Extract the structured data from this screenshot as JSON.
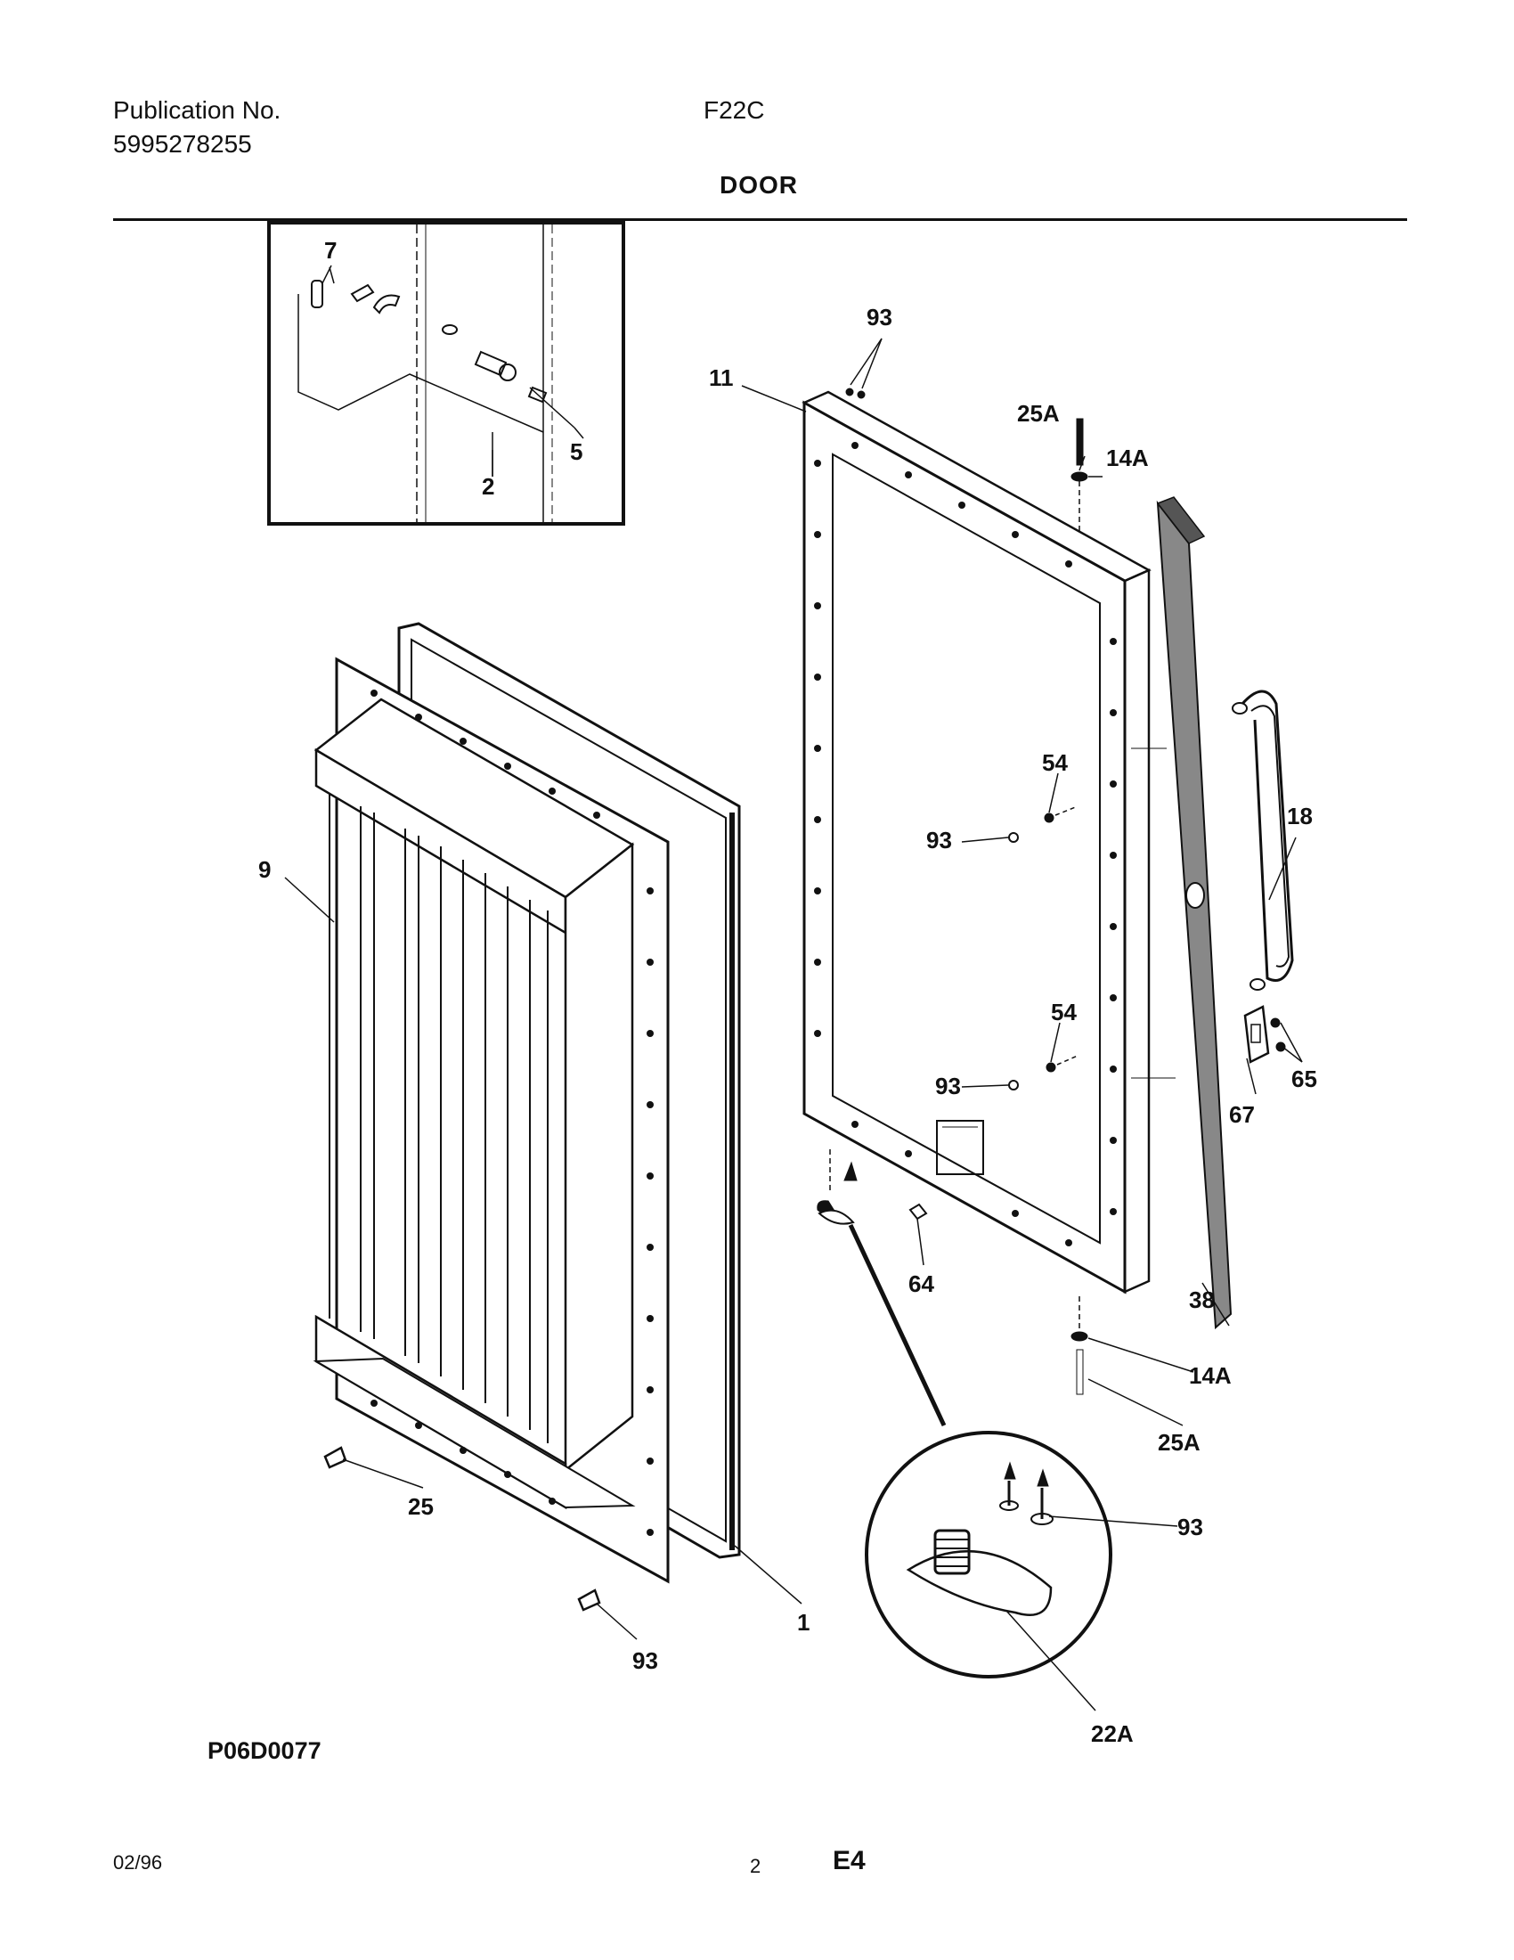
{
  "header": {
    "publication_label": "Publication No.",
    "publication_number": "5995278255",
    "model": "F22C",
    "title": "DOOR"
  },
  "callouts": {
    "inset_7": "7",
    "inset_5": "5",
    "inset_2": "2",
    "p93_top": "93",
    "p11": "11",
    "p25a_top": "25A",
    "p14a_top": "14A",
    "p54_upper": "54",
    "p93_mid_upper": "93",
    "p18": "18",
    "p9": "9",
    "p54_lower": "54",
    "p93_mid_lower": "93",
    "p65": "65",
    "p67": "67",
    "p64": "64",
    "p38": "38",
    "p14a_bottom": "14A",
    "p25a_bottom": "25A",
    "p25": "25",
    "p93_detail": "93",
    "p1": "1",
    "p93_bottom": "93",
    "p22a": "22A"
  },
  "footer": {
    "drawing_code": "P06D0077",
    "date": "02/96",
    "page": "2",
    "section": "E4"
  }
}
